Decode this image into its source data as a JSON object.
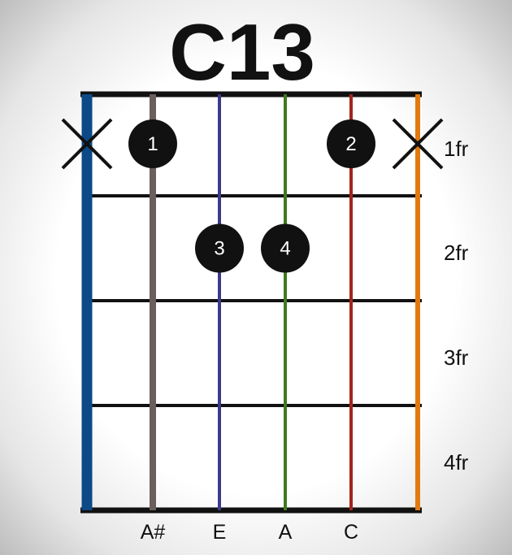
{
  "chord": {
    "name": "C13",
    "fret_labels": [
      "1fr",
      "2fr",
      "3fr",
      "4fr"
    ],
    "strings": [
      {
        "note": "",
        "color": "#0b4a86",
        "muted": true
      },
      {
        "note": "A#",
        "color": "#6b5e5e",
        "muted": false
      },
      {
        "note": "E",
        "color": "#3b3a8c",
        "muted": false
      },
      {
        "note": "A",
        "color": "#3f7a1e",
        "muted": false
      },
      {
        "note": "C",
        "color": "#a3241f",
        "muted": false
      },
      {
        "note": "",
        "color": "#e07a10",
        "muted": true
      }
    ],
    "fingers": [
      {
        "finger": "1",
        "string": 1,
        "fret": 1
      },
      {
        "finger": "2",
        "string": 4,
        "fret": 1
      },
      {
        "finger": "3",
        "string": 2,
        "fret": 2
      },
      {
        "finger": "4",
        "string": 3,
        "fret": 2
      }
    ]
  }
}
